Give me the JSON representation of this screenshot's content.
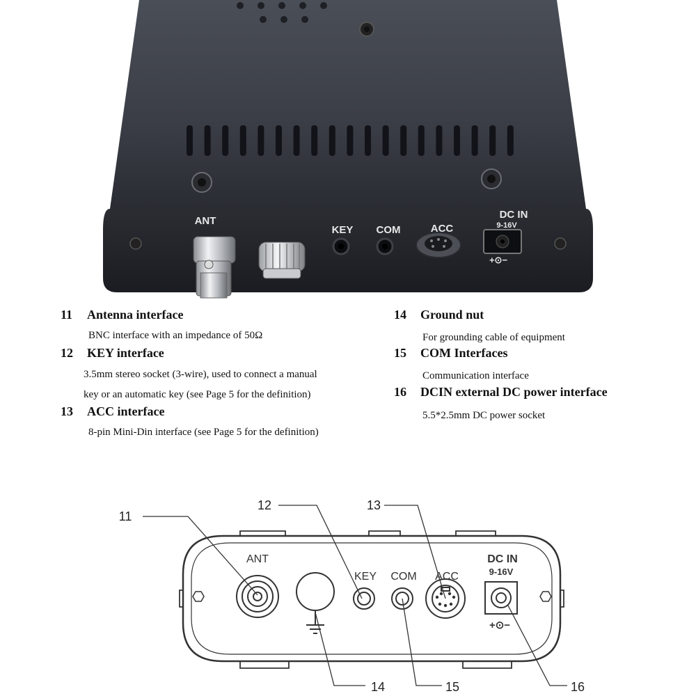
{
  "photo": {
    "labels": {
      "ant": "ANT",
      "key": "KEY",
      "com": "COM",
      "acc": "ACC",
      "dcin": "DC IN",
      "voltage": "9-16V"
    }
  },
  "items": [
    {
      "num": "11",
      "title": "Antenna interface",
      "lines": [
        "BNC interface with an impedance of 50Ω"
      ]
    },
    {
      "num": "12",
      "title": "KEY interface",
      "lines": [
        "3.5mm stereo socket (3-wire), used to connect a manual",
        "key or an automatic key  (see Page 5 for the definition)"
      ]
    },
    {
      "num": "13",
      "title": "ACC interface",
      "lines": [
        "8-pin Mini-Din interface  (see Page 5 for the definition)"
      ]
    },
    {
      "num": "14",
      "title": "Ground nut",
      "lines": [
        "For grounding cable of equipment"
      ]
    },
    {
      "num": "15",
      "title": "COM Interfaces",
      "lines": [
        "Communication interface"
      ]
    },
    {
      "num": "16",
      "title": "DCIN external DC power interface",
      "lines": [
        "5.5*2.5mm DC power socket"
      ]
    }
  ],
  "diagram": {
    "callouts": [
      "11",
      "12",
      "13",
      "14",
      "15",
      "16"
    ],
    "labels": {
      "ant": "ANT",
      "key": "KEY",
      "com": "COM",
      "acc": "ACC",
      "dcin": "DC IN",
      "voltage": "9-16V"
    }
  }
}
